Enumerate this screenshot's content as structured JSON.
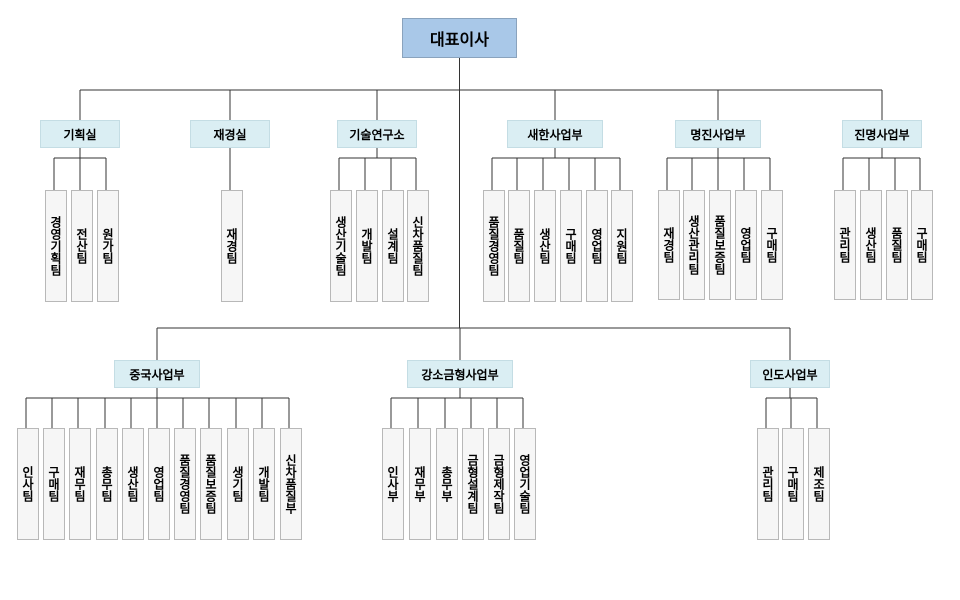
{
  "org": {
    "ceo": "대표이사",
    "upper": [
      {
        "name": "기획실",
        "teams": [
          "경영기획팀",
          "전산팀",
          "원가팀"
        ]
      },
      {
        "name": "재경실",
        "teams": [
          "재경팀"
        ]
      },
      {
        "name": "기술연구소",
        "teams": [
          "생산기술팀",
          "개발팀",
          "설계팀",
          "신차품질팀"
        ]
      },
      {
        "name": "새한사업부",
        "teams": [
          "품질경영팀",
          "품질팀",
          "생산팀",
          "구매팀",
          "영업팀",
          "지원팀"
        ]
      },
      {
        "name": "명진사업부",
        "teams": [
          "재경팀",
          "생산관리팀",
          "품질보증팀",
          "영업팀",
          "구매팀"
        ]
      },
      {
        "name": "진명사업부",
        "teams": [
          "관리팀",
          "생산팀",
          "품질팀",
          "구매팀"
        ]
      }
    ],
    "lower": [
      {
        "name": "중국사업부",
        "teams": [
          "인사팀",
          "구매팀",
          "재무팀",
          "총무팀",
          "생산팀",
          "영업팀",
          "품질경영팀",
          "품질보증팀",
          "생기팀",
          "개발팀",
          "신차품질부"
        ]
      },
      {
        "name": "강소금형사업부",
        "teams": [
          "인사부",
          "재무부",
          "총무부",
          "금형설계팀",
          "금형제작팀",
          "영업기술팀"
        ]
      },
      {
        "name": "인도사업부",
        "teams": [
          "관리팀",
          "구매팀",
          "제조팀"
        ]
      }
    ]
  },
  "colors": {
    "ceo_fill": "#a9c8e8",
    "dept_fill": "#daeef3",
    "team_fill": "#f6f6f6",
    "line": "#333333"
  }
}
